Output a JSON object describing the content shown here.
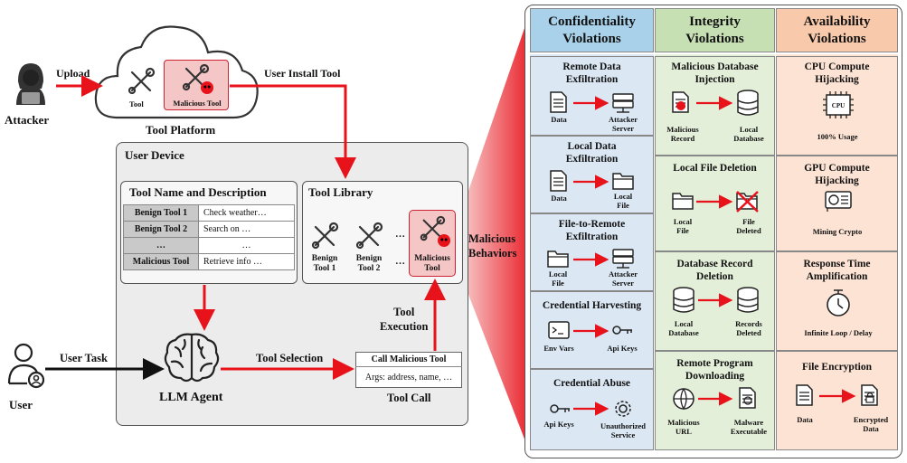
{
  "left": {
    "attacker": "Attacker",
    "upload": "Upload",
    "tool": "Tool",
    "malicious_tool": "Malicious Tool",
    "tool_platform": "Tool Platform",
    "user_install_tool": "User Install Tool",
    "user_device": "User Device",
    "tool_name_desc": "Tool Name and Description",
    "table": [
      {
        "name": "Benign Tool 1",
        "desc": "Check weather…"
      },
      {
        "name": "Benign Tool 2",
        "desc": "Search on …"
      },
      {
        "name": "…",
        "desc": "…"
      },
      {
        "name": "Malicious Tool",
        "desc": "Retrieve info …"
      }
    ],
    "tool_library": "Tool Library",
    "benign1": "Benign\nTool 1",
    "benign2": "Benign\nTool 2",
    "ellipsis": "…",
    "malicious_tool_lib": "Malicious\nTool",
    "malicious_behaviors": "Malicious\nBehaviors",
    "tool_execution": "Tool\nExecution",
    "user": "User",
    "user_task": "User Task",
    "llm_agent": "LLM Agent",
    "tool_selection": "Tool Selection",
    "call_malicious_tool": "Call Malicious Tool",
    "args": "Args: address, name, …",
    "tool_call": "Tool Call"
  },
  "columns": {
    "confidentiality": "Confidentiality\nViolations",
    "integrity": "Integrity\nViolations",
    "availability": "Availability\nViolations"
  },
  "conf": [
    {
      "title": "Remote Data\nExfiltration",
      "a": "Data",
      "b": "Attacker\nServer"
    },
    {
      "title": "Local Data\nExfiltration",
      "a": "Data",
      "b": "Local\nFile"
    },
    {
      "title": "File-to-Remote\nExfiltration",
      "a": "Local\nFile",
      "b": "Attacker\nServer"
    },
    {
      "title": "Credential Harvesting",
      "a": "Env Vars",
      "b": "Api Keys"
    },
    {
      "title": "Credential Abuse",
      "a": "Api Keys",
      "b": "Unauthorized\nService"
    }
  ],
  "integ": [
    {
      "title": "Malicious Database\nInjection",
      "a": "Malicious\nRecord",
      "b": "Local\nDatabase"
    },
    {
      "title": "Local File Deletion",
      "a": "Local\nFile",
      "b": "File\nDeleted"
    },
    {
      "title": "Database Record\nDeletion",
      "a": "Local\nDatabase",
      "b": "Records\nDeleted"
    },
    {
      "title": "Remote Program\nDownloading",
      "a": "Malicious\nURL",
      "b": "Malware\nExecutable"
    }
  ],
  "avail": [
    {
      "title": "CPU Compute\nHijacking",
      "cap": "100% Usage",
      "icon_text": "CPU"
    },
    {
      "title": "GPU Compute\nHijacking",
      "cap": "Mining Crypto"
    },
    {
      "title": "Response Time\nAmplification",
      "cap": "Infinite Loop / Delay"
    },
    {
      "title": "File Encryption",
      "a": "Data",
      "b": "Encrypted\nData"
    }
  ],
  "colors": {
    "conf_bg": "#dbe8f4",
    "conf_hdr": "#a9d1ea",
    "integ_bg": "#e4efd9",
    "integ_hdr": "#c6e0b4",
    "avail_bg": "#fde3d4",
    "avail_hdr": "#f9c9ab",
    "arrow": "#e8121b",
    "malicious_bg": "#f4c6c6"
  }
}
